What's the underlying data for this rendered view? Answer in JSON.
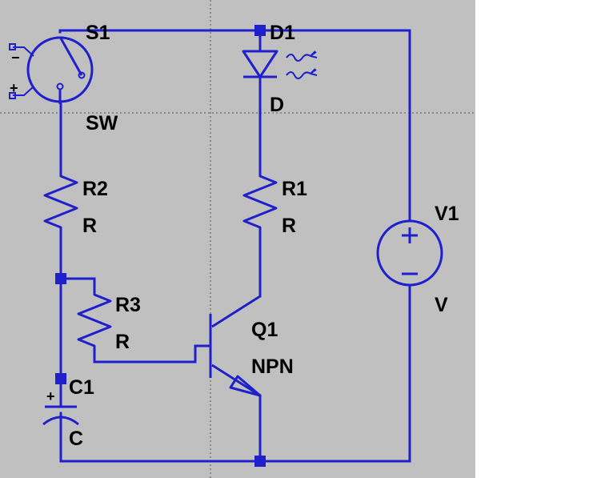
{
  "colors": {
    "background": "#c0c0c0",
    "wire": "#1f1fcc",
    "label": "#000000",
    "outside": "#ffffff"
  },
  "components": {
    "switch": {
      "ref": "S1",
      "value": "SW"
    },
    "led": {
      "ref": "D1",
      "value": "D"
    },
    "r1": {
      "ref": "R1",
      "value": "R"
    },
    "r2": {
      "ref": "R2",
      "value": "R"
    },
    "r3": {
      "ref": "R3",
      "value": "R"
    },
    "transistor": {
      "ref": "Q1",
      "value": "NPN"
    },
    "capacitor": {
      "ref": "C1",
      "value": "C"
    },
    "source": {
      "ref": "V1",
      "value": "V",
      "plus": "+",
      "minus": "−"
    }
  },
  "switch_pins": {
    "minus": "−",
    "plus": "+"
  },
  "capacitor_polarity": "+"
}
